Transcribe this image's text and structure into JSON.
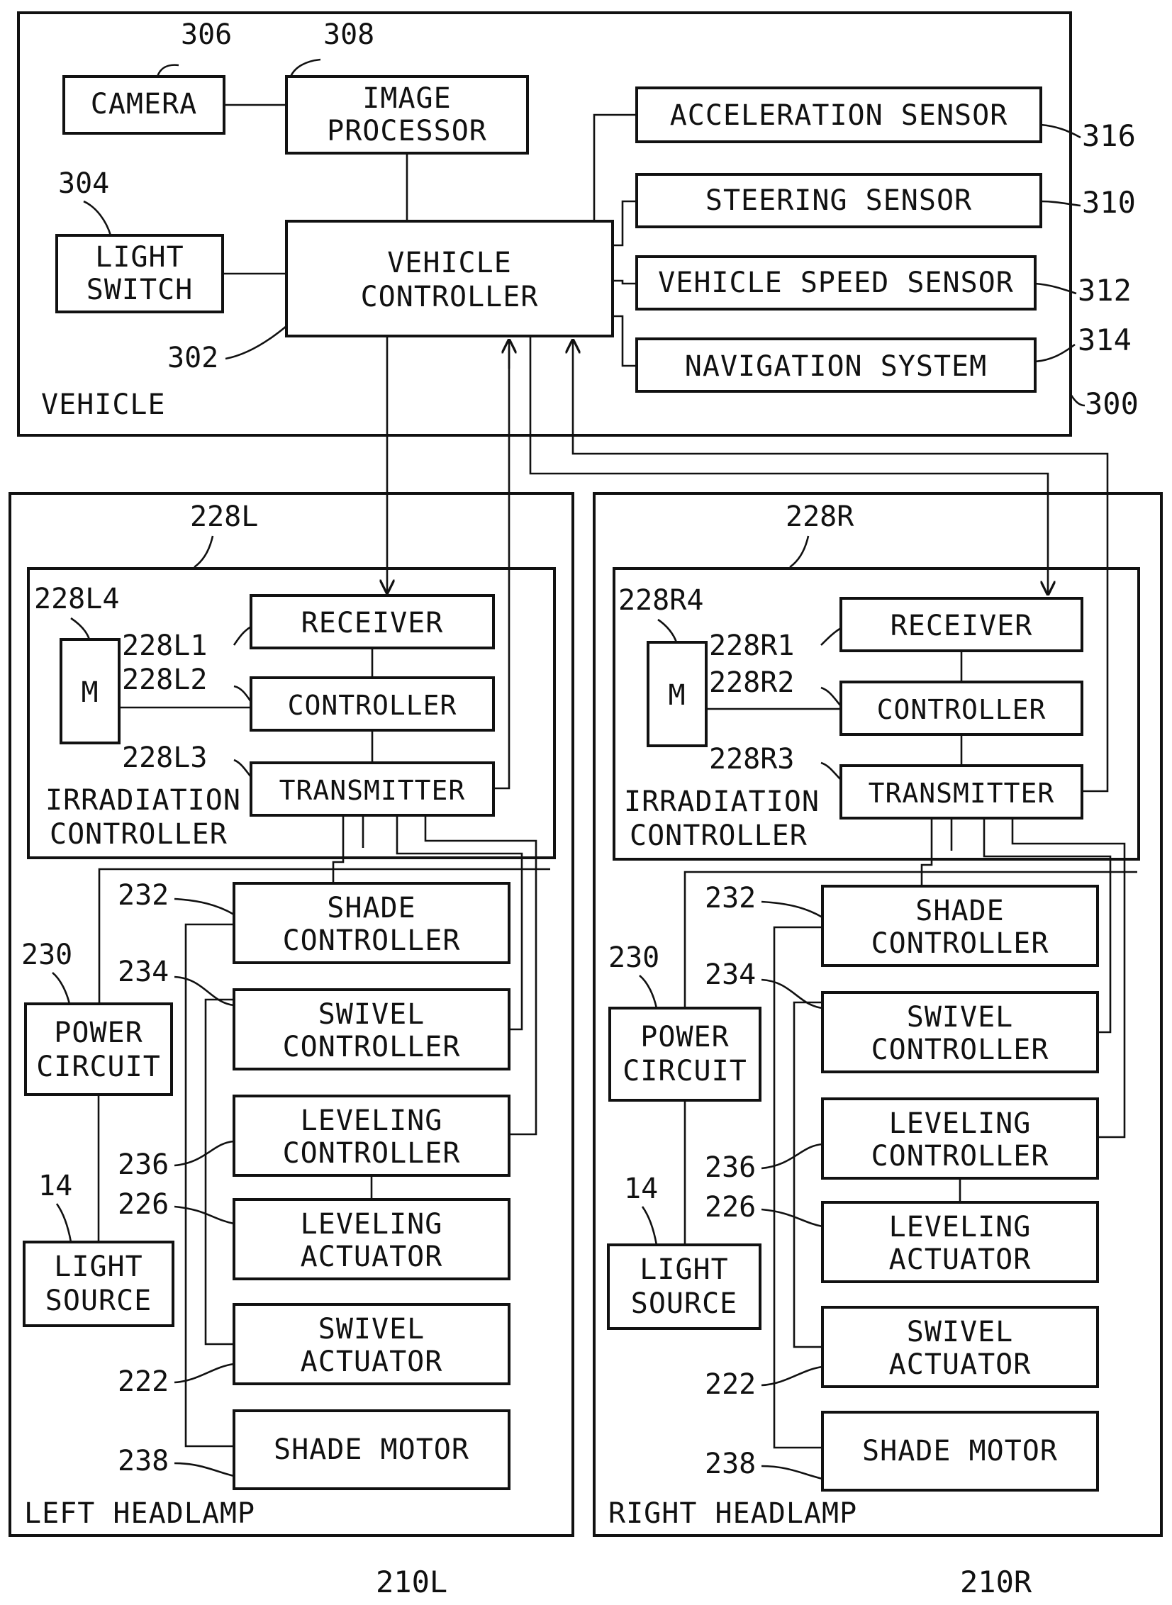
{
  "vehicle": {
    "title": "VEHICLE",
    "ref": "300",
    "camera": {
      "label": "CAMERA",
      "ref": "306"
    },
    "image_processor": {
      "line1": "IMAGE",
      "line2": "PROCESSOR",
      "ref": "308"
    },
    "light_switch": {
      "line1": "LIGHT",
      "line2": "SWITCH",
      "ref": "304"
    },
    "vehicle_controller": {
      "line1": "VEHICLE",
      "line2": "CONTROLLER",
      "ref": "302"
    },
    "acceleration_sensor": {
      "label": "ACCELERATION SENSOR",
      "ref": "316"
    },
    "steering_sensor": {
      "label": "STEERING SENSOR",
      "ref": "310"
    },
    "speed_sensor": {
      "label": "VEHICLE SPEED SENSOR",
      "ref": "312"
    },
    "navigation": {
      "label": "NAVIGATION SYSTEM",
      "ref": "314"
    }
  },
  "left": {
    "title": "LEFT HEADLAMP",
    "ref": "210L",
    "irradiation_ref": "228L",
    "irradiation_line1": "IRRADIATION",
    "irradiation_line2": "CONTROLLER",
    "memory_label": "M",
    "memory_ref": "228L4",
    "receiver": "RECEIVER",
    "receiver_ref": "228L1",
    "controller": "CONTROLLER",
    "controller_ref": "228L2",
    "transmitter": "TRANSMITTER",
    "transmitter_ref": "228L3"
  },
  "right": {
    "title": "RIGHT HEADLAMP",
    "ref": "210R",
    "irradiation_ref": "228R",
    "irradiation_line1": "IRRADIATION",
    "irradiation_line2": "CONTROLLER",
    "memory_label": "M",
    "memory_ref": "228R4",
    "receiver": "RECEIVER",
    "receiver_ref": "228R1",
    "controller": "CONTROLLER",
    "controller_ref": "228R2",
    "transmitter": "TRANSMITTER",
    "transmitter_ref": "228R3"
  },
  "lamp_units": {
    "shade_controller": {
      "line1": "SHADE",
      "line2": "CONTROLLER",
      "ref": "232"
    },
    "swivel_controller": {
      "line1": "SWIVEL",
      "line2": "CONTROLLER",
      "ref": "234"
    },
    "leveling_controller": {
      "line1": "LEVELING",
      "line2": "CONTROLLER",
      "ref": "236"
    },
    "leveling_actuator": {
      "line1": "LEVELING",
      "line2": "ACTUATOR",
      "ref": "226"
    },
    "swivel_actuator": {
      "line1": "SWIVEL",
      "line2": "ACTUATOR",
      "ref": "222"
    },
    "shade_motor": {
      "label": "SHADE MOTOR",
      "ref": "238"
    },
    "power_circuit": {
      "line1": "POWER",
      "line2": "CIRCUIT",
      "ref": "230"
    },
    "light_source": {
      "line1": "LIGHT",
      "line2": "SOURCE",
      "ref": "14"
    }
  }
}
